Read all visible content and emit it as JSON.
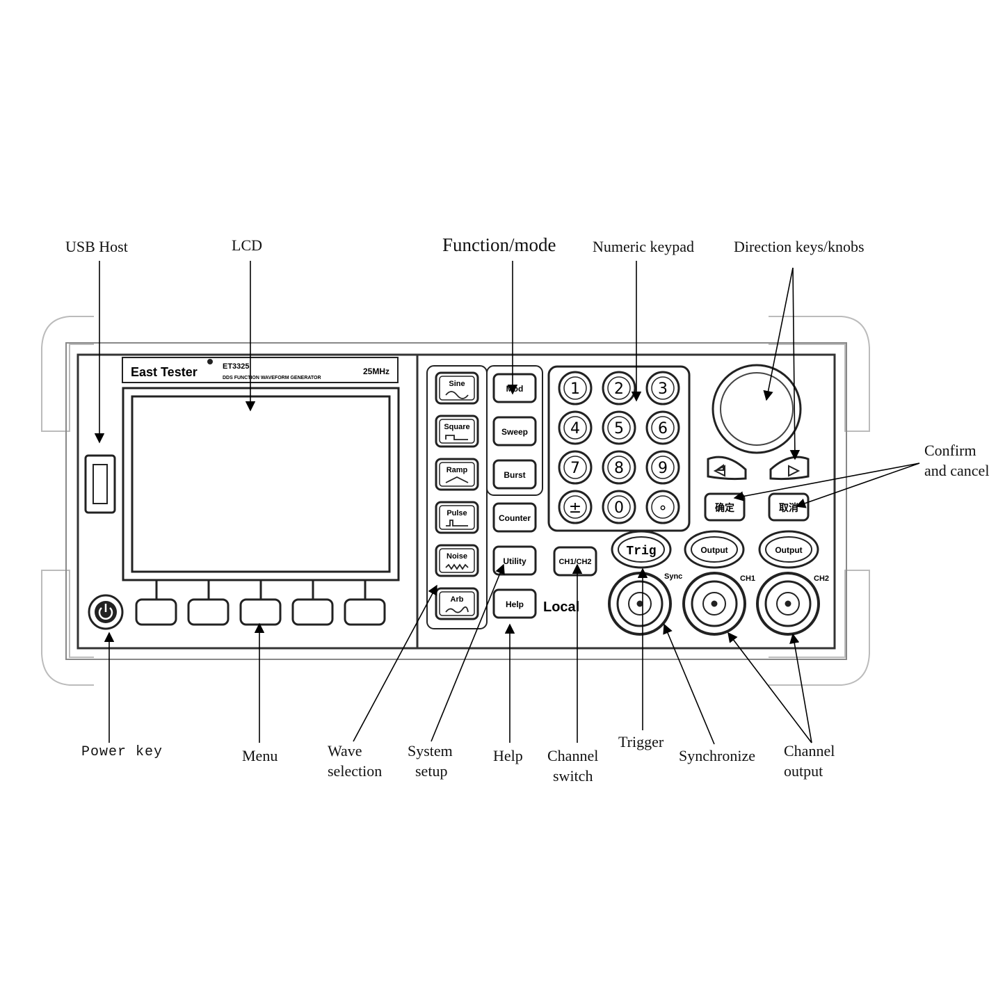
{
  "labels": {
    "usb_host": "USB Host",
    "lcd": "LCD",
    "function_mode": "Function/mode",
    "numeric_keypad": "Numeric keypad",
    "direction_keys": "Direction keys/knobs",
    "confirm_cancel_1": "Confirm",
    "confirm_cancel_2": "and cancel",
    "power_key": "Power key",
    "menu": "Menu",
    "wave_selection_1": "Wave",
    "wave_selection_2": "selection",
    "system_setup_1": "System",
    "system_setup_2": "setup",
    "help": "Help",
    "channel_switch_1": "Channel",
    "channel_switch_2": "switch",
    "trigger": "Trigger",
    "synchronize": "Synchronize",
    "channel_output_1": "Channel",
    "channel_output_2": "output"
  },
  "device": {
    "brand": "East Tester",
    "model": "ET3325",
    "subtitle": "DDS FUNCTION WAVEFORM GENERATOR",
    "bandwidth": "25MHz",
    "wave_keys": [
      "Sine",
      "Square",
      "Ramp",
      "Pulse",
      "Noise",
      "Arb"
    ],
    "mode_keys": [
      "Mod",
      "Sweep",
      "Burst",
      "Counter",
      "Utility",
      "Help"
    ],
    "local_label": "Local",
    "channel_switch_key": "CH1/CH2",
    "keypad": [
      "1",
      "2",
      "3",
      "4",
      "5",
      "6",
      "7",
      "8",
      "9",
      "±",
      "0",
      "∘"
    ],
    "confirm_key": "确定",
    "cancel_key": "取消",
    "trig_key": "Trig",
    "output_key": "Output",
    "sync_label": "Sync",
    "ch1_label": "CH1",
    "ch2_label": "CH2"
  }
}
